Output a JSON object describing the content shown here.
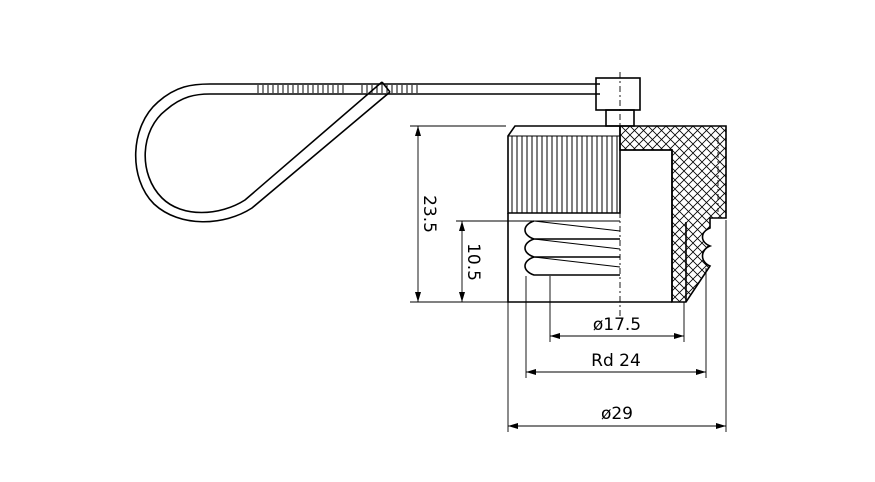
{
  "drawing": {
    "dimensions": {
      "height_total": "23.5",
      "thread_length": "10.5",
      "inner_diameter": "ø17.5",
      "thread_diameter": "Rd 24",
      "outer_diameter": "ø29"
    }
  }
}
